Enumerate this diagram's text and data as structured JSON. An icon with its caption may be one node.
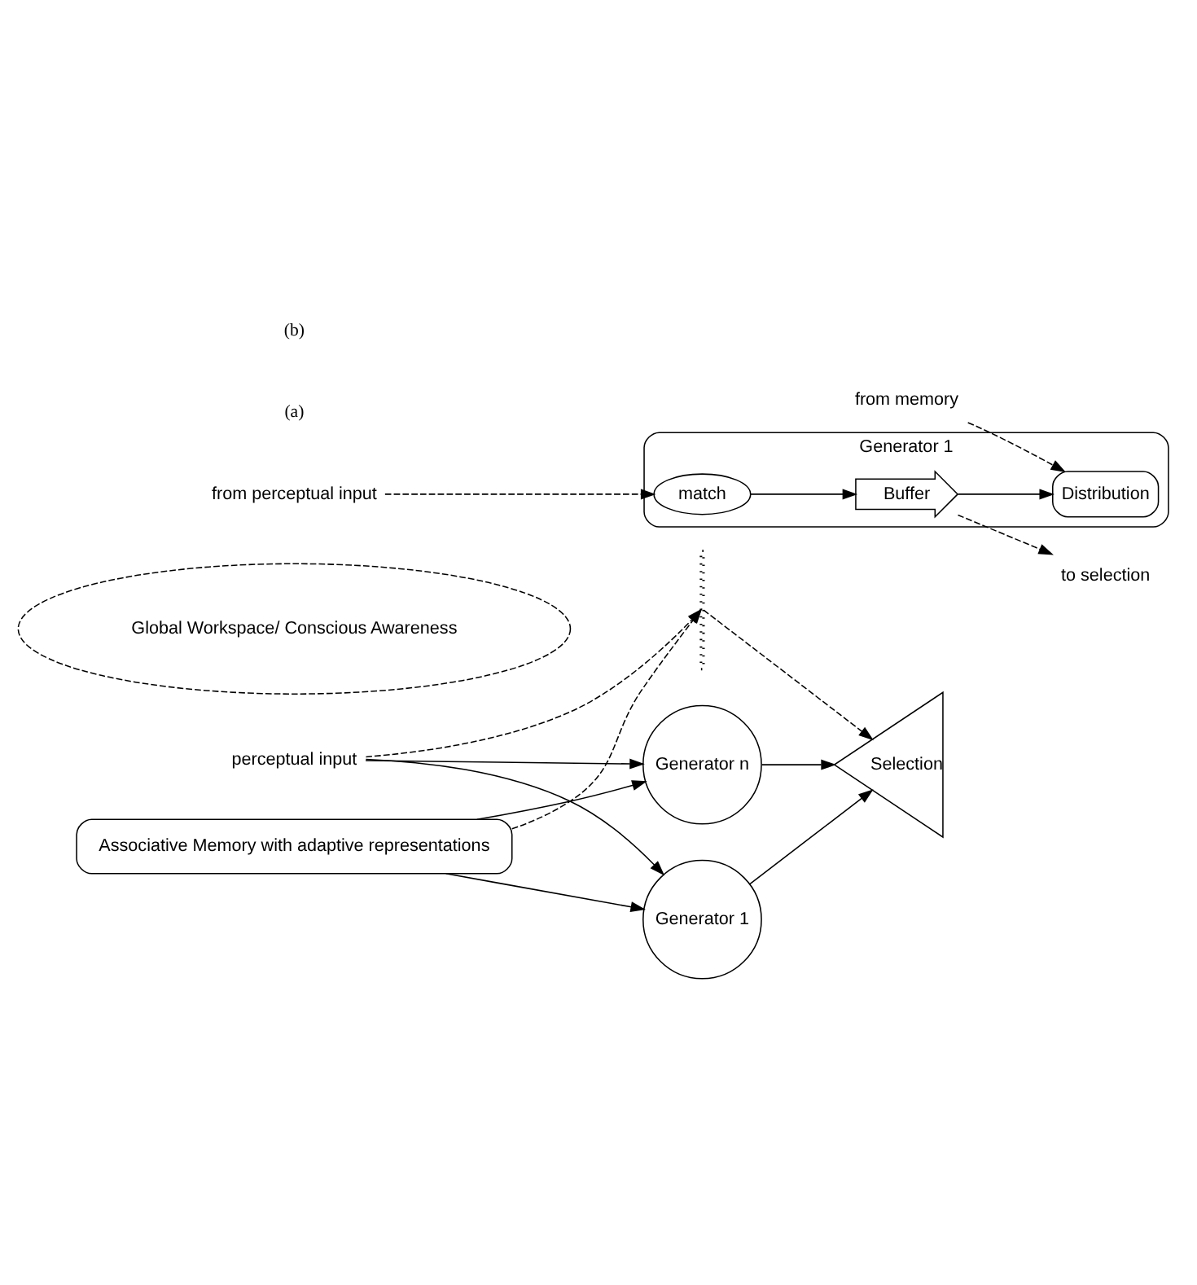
{
  "diagram": {
    "nodes": [
      {
        "text": [
          "perceptual input"
        ]
      },
      {
        "text": [
          "Generator 1"
        ]
      },
      {
        "text": [],
        "shape": "dots"
      },
      {
        "text": [
          "Generator n"
        ]
      },
      {
        "text": [
          "Selection"
        ]
      },
      {
        "text": [
          "Global Workspace/ Conscious Awareness"
        ]
      },
      {
        "text": [
          "Associative Memory with adaptive representations"
        ]
      },
      {
        "text": [
          "Generator 1"
        ]
      },
      {
        "text": [
          "match"
        ],
        "in": 7
      },
      {
        "text": [
          "Distribution"
        ],
        "in": 7
      },
      {
        "text": [
          "Buffer"
        ],
        "in": 7
      },
      {
        "text": [
          "to selection"
        ]
      },
      {
        "text": [
          "from perceptual input"
        ]
      },
      {
        "text": [
          "from memory"
        ]
      }
    ],
    "edges": [
      {
        "from": 0,
        "to": 1,
        "arrow": "to"
      },
      {
        "from": 0,
        "to": 2,
        "arrow": "to",
        "style": "dashed"
      },
      {
        "from": 0,
        "to": 3,
        "arrow": "to"
      },
      {
        "from": 1,
        "to": 4,
        "arrow": "to"
      },
      {
        "from": 2,
        "to": 4,
        "arrow": "to",
        "style": "dashed"
      },
      {
        "from": 3,
        "to": 4,
        "arrow": "to"
      },
      {
        "from": 6,
        "to": 1,
        "arrow": "to"
      },
      {
        "from": 6,
        "to": 2,
        "arrow": "to",
        "style": "dashed"
      },
      {
        "from": 6,
        "to": 3,
        "arrow": "to"
      },
      {
        "from": 12,
        "to": 8,
        "arrow": "to",
        "style": "dashed"
      },
      {
        "from": 8,
        "to": 10,
        "arrow": "to"
      },
      {
        "from": 10,
        "to": 9,
        "arrow": "to"
      },
      {
        "from": 13,
        "to": 9,
        "arrow": "to",
        "style": "dashed"
      },
      {
        "from": 10,
        "to": 11,
        "arrow": "to",
        "style": "dashed"
      }
    ],
    "labels": [
      "(a)",
      "(b)"
    ]
  }
}
